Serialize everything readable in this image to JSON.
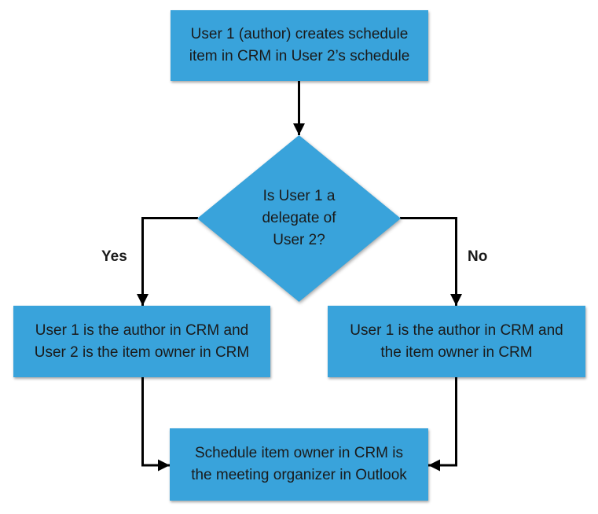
{
  "theme": {
    "accent": "#39A3DB",
    "line": "#000000",
    "text": "#1A1A1A",
    "background": "#FFFFFF"
  },
  "nodes": {
    "start": {
      "label": "User 1 (author) creates schedule\nitem in CRM in User 2’s schedule"
    },
    "decision": {
      "label": "Is User 1 a\ndelegate of\nUser 2?"
    },
    "outcome_yes": {
      "label": "User 1 is the author in CRM and\nUser 2 is the item owner in CRM"
    },
    "outcome_no": {
      "label": "User 1 is the author in CRM and\nthe item owner in CRM"
    },
    "end": {
      "label": "Schedule item owner in CRM is\nthe meeting organizer in Outlook"
    }
  },
  "edges": {
    "yes": {
      "label": "Yes"
    },
    "no": {
      "label": "No"
    }
  }
}
